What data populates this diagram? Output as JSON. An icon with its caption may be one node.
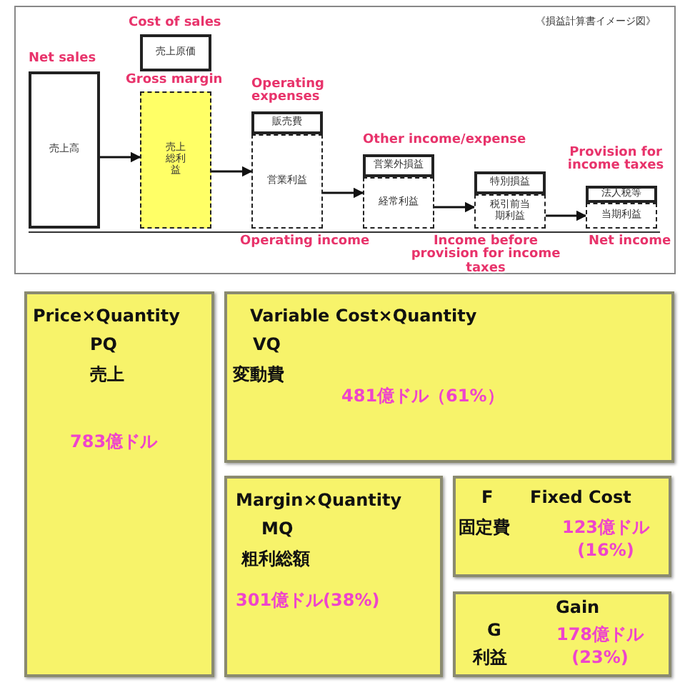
{
  "diagram": {
    "title": "《損益計算書イメージ図》",
    "nodes": [
      {
        "text": [
          "売上高"
        ],
        "beside": [
          "Net sales"
        ]
      },
      {
        "text": [
          "売上原価"
        ],
        "beside": [
          "Cost of sales"
        ]
      },
      {
        "text": [
          "売上総利益"
        ],
        "beside": [
          "Gross margin"
        ]
      },
      {
        "text": [
          "販売費"
        ],
        "beside": [
          "Operating expenses"
        ]
      },
      {
        "text": [
          "営業利益"
        ],
        "beside": [
          "Operating income"
        ]
      },
      {
        "text": [
          "営業外損益"
        ],
        "beside": [
          "Other income/expense"
        ]
      },
      {
        "text": [
          "経常利益"
        ]
      },
      {
        "text": [
          "特別損益"
        ]
      },
      {
        "text": [
          "税引前当期利益"
        ],
        "beside": [
          "Income before provision for income taxes"
        ]
      },
      {
        "text": [
          "法人税等"
        ],
        "beside": [
          "Provision for income taxes"
        ]
      },
      {
        "text": [
          "当期利益"
        ],
        "beside": [
          "Net income"
        ]
      },
      {
        "text": [
          "Price×Quantity",
          "PQ",
          "売上",
          "783億ドル"
        ]
      },
      {
        "text": [
          "Variable Cost×Quantity",
          "VQ",
          "変動費",
          "481億ドル（61%）"
        ]
      },
      {
        "text": [
          "Margin×Quantity",
          "MQ",
          "粗利総額",
          "301億ドル(38%)"
        ]
      },
      {
        "text": [
          "F",
          "Fixed Cost",
          "固定費",
          "123億ドル (16%)"
        ]
      },
      {
        "text": [
          "Gain",
          "G",
          "利益",
          "178億ドル (23%)"
        ]
      }
    ],
    "edges": [
      {
        "from": 0,
        "to": 2,
        "arrow": "to"
      },
      {
        "from": 2,
        "to": 4,
        "arrow": "to"
      },
      {
        "from": 4,
        "to": 6,
        "arrow": "to"
      },
      {
        "from": 6,
        "to": 8,
        "arrow": "to"
      },
      {
        "from": 8,
        "to": 10,
        "arrow": "to"
      }
    ]
  }
}
